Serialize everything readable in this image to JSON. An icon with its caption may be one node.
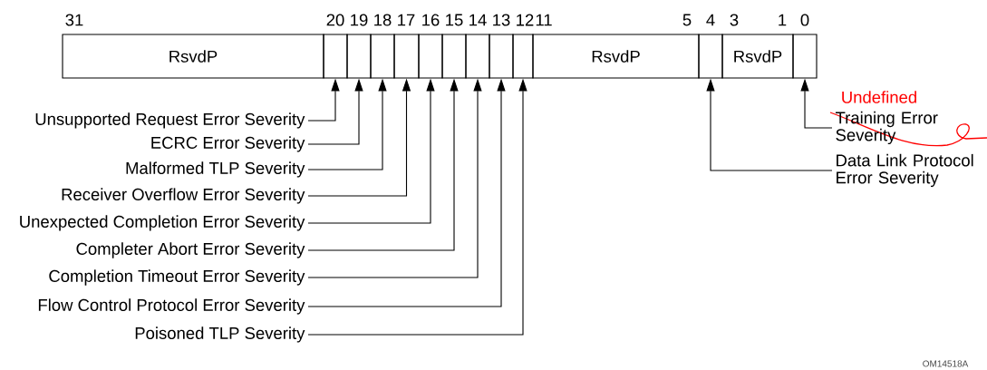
{
  "diagram": {
    "nodes": [
      {
        "text": [
          "RsvdP"
        ]
      },
      {
        "text": [],
        "shape": "box"
      },
      {
        "text": [],
        "shape": "box"
      },
      {
        "text": [],
        "shape": "box"
      },
      {
        "text": [],
        "shape": "box"
      },
      {
        "text": [],
        "shape": "box"
      },
      {
        "text": [],
        "shape": "box"
      },
      {
        "text": [],
        "shape": "box"
      },
      {
        "text": [],
        "shape": "box"
      },
      {
        "text": [],
        "shape": "box"
      },
      {
        "text": [
          "RsvdP"
        ]
      },
      {
        "text": [],
        "shape": "box"
      },
      {
        "text": [
          "RsvdP"
        ]
      },
      {
        "text": [],
        "shape": "box"
      },
      {
        "text": [
          "Unsupported Request Error Severity"
        ]
      },
      {
        "text": [
          "ECRC Error Severity"
        ]
      },
      {
        "text": [
          "Malformed TLP Severity"
        ]
      },
      {
        "text": [
          "Receiver Overflow Error Severity"
        ]
      },
      {
        "text": [
          "Unexpected Completion Error Severity"
        ]
      },
      {
        "text": [
          "Completer Abort Error Severity"
        ]
      },
      {
        "text": [
          "Completion Timeout Error Severity"
        ]
      },
      {
        "text": [
          "Flow Control Protocol Error Severity"
        ]
      },
      {
        "text": [
          "Poisoned TLP Severity"
        ]
      },
      {
        "text": [
          "Training Error Severity"
        ]
      },
      {
        "text": [
          "Data Link Protocol Error Severity"
        ]
      }
    ],
    "edges": [
      {
        "from": 14,
        "to": 1,
        "arrow": "to"
      },
      {
        "from": 15,
        "to": 2,
        "arrow": "to"
      },
      {
        "from": 16,
        "to": 3,
        "arrow": "to"
      },
      {
        "from": 17,
        "to": 4,
        "arrow": "to"
      },
      {
        "from": 18,
        "to": 5,
        "arrow": "to"
      },
      {
        "from": 19,
        "to": 6,
        "arrow": "to"
      },
      {
        "from": 20,
        "to": 7,
        "arrow": "to"
      },
      {
        "from": 21,
        "to": 8,
        "arrow": "to"
      },
      {
        "from": 22,
        "to": 9,
        "arrow": "to"
      },
      {
        "from": 23,
        "to": 13,
        "arrow": "to"
      },
      {
        "from": 24,
        "to": 11,
        "arrow": "to"
      }
    ],
    "labels": [
      "31",
      "20",
      "19",
      "18",
      "17",
      "16",
      "15",
      "14",
      "13",
      "12",
      "11",
      "5",
      "4",
      "3",
      "1",
      "0",
      "Undefined",
      "OM14518A"
    ]
  }
}
